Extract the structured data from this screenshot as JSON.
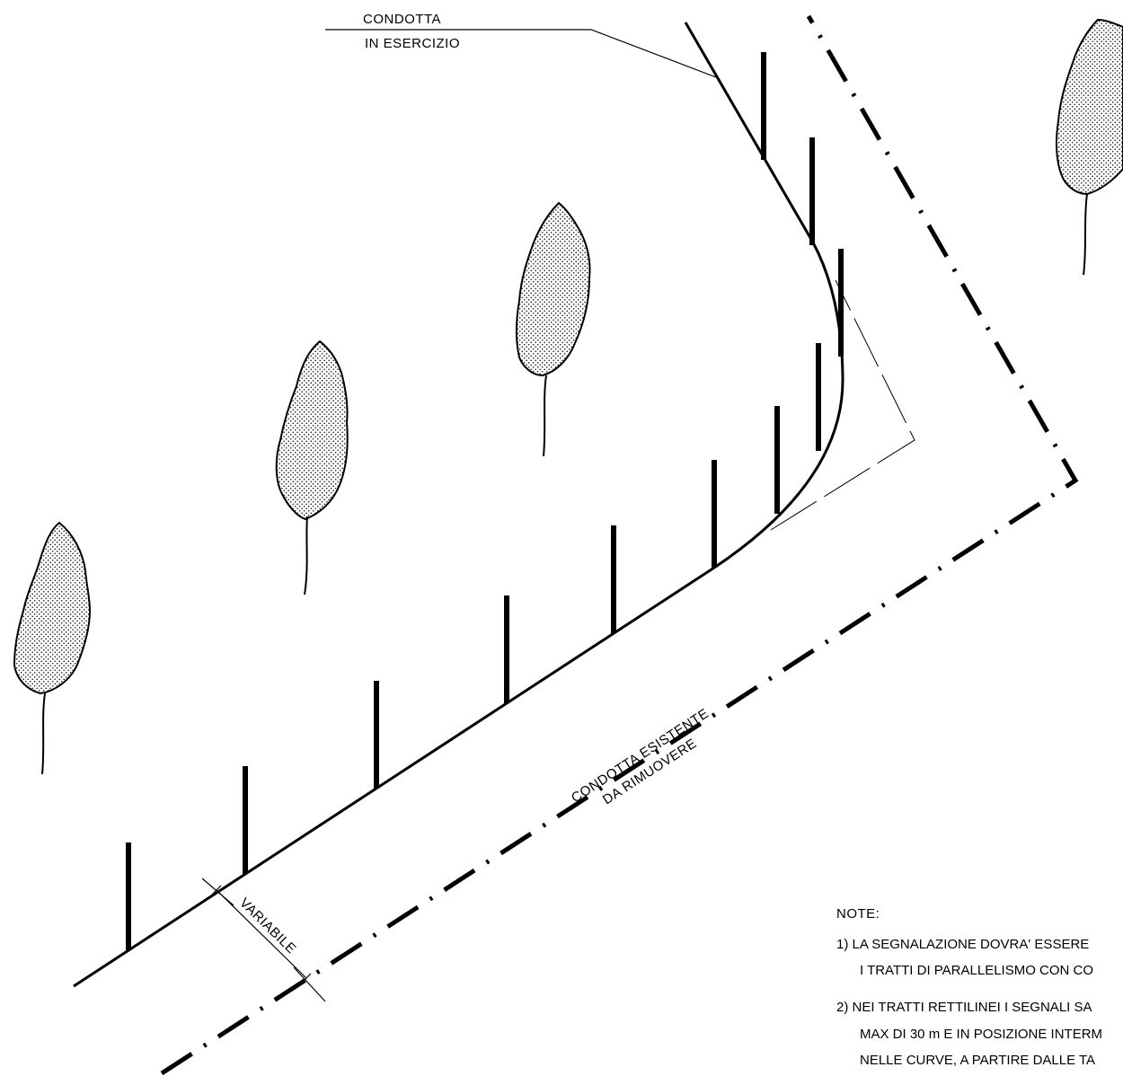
{
  "labels": {
    "operating_pipe_line1": "CONDOTTA",
    "operating_pipe_line2": "IN ESERCIZIO",
    "existing_pipe_line1": "CONDOTTA ESISTENTE",
    "existing_pipe_line2": "DA RIMUOVERE",
    "distance": "VARIABILE"
  },
  "notes": {
    "title": "NOTE:",
    "n1_line1": "1)  LA SEGNALAZIONE DOVRA' ESSERE",
    "n1_line2": "I TRATTI DI PARALLELISMO CON CO",
    "n2_line1": "2)  NEI TRATTI RETTILINEI I SEGNALI SA",
    "n2_line2": "MAX DI 30 m E IN POSIZIONE INTERM",
    "n2_line3": "NELLE CURVE, A PARTIRE DALLE TA"
  }
}
